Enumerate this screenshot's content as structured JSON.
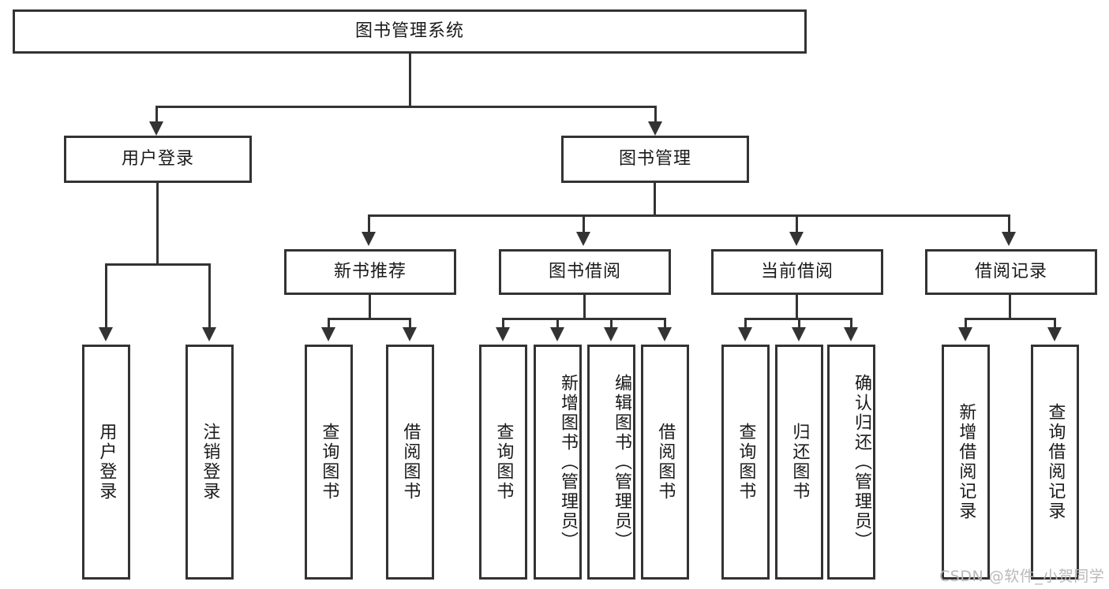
{
  "diagram": {
    "title_node": {
      "label": "图书管理系统"
    },
    "level1": [
      {
        "id": "user-login",
        "label": "用户登录"
      },
      {
        "id": "book-management",
        "label": "图书管理"
      }
    ],
    "level2": [
      {
        "id": "new-book-recommend",
        "label": "新书推荐"
      },
      {
        "id": "book-borrow",
        "label": "图书借阅"
      },
      {
        "id": "current-borrow",
        "label": "当前借阅"
      },
      {
        "id": "borrow-record",
        "label": "借阅记录"
      }
    ],
    "leaves": {
      "user_login": [
        {
          "id": "leaf-user-login",
          "label": "用户登录"
        },
        {
          "id": "leaf-logout",
          "label": "注销登录"
        }
      ],
      "new_book_recommend": [
        {
          "id": "leaf-query-book-1",
          "label": "查询图书"
        },
        {
          "id": "leaf-borrow-book-1",
          "label": "借阅图书"
        }
      ],
      "book_borrow": [
        {
          "id": "leaf-query-book-2",
          "label": "查询图书"
        },
        {
          "id": "leaf-add-book",
          "label": "新增图书（管理员）"
        },
        {
          "id": "leaf-edit-book",
          "label": "编辑图书（管理员）"
        },
        {
          "id": "leaf-borrow-book-2",
          "label": "借阅图书"
        }
      ],
      "current_borrow": [
        {
          "id": "leaf-query-book-3",
          "label": "查询图书"
        },
        {
          "id": "leaf-return-book",
          "label": "归还图书"
        },
        {
          "id": "leaf-confirm-return",
          "label": "确认归还（管理员）"
        }
      ],
      "borrow_record": [
        {
          "id": "leaf-add-record",
          "label": "新增借阅记录"
        },
        {
          "id": "leaf-query-record",
          "label": "查询借阅记录"
        }
      ]
    }
  },
  "watermark": {
    "text": "CSDN @软件_小贺同学"
  },
  "colors": {
    "stroke": "#333333",
    "background": "#ffffff",
    "text": "#1a1a1a",
    "watermark": "#b9b9b9"
  }
}
